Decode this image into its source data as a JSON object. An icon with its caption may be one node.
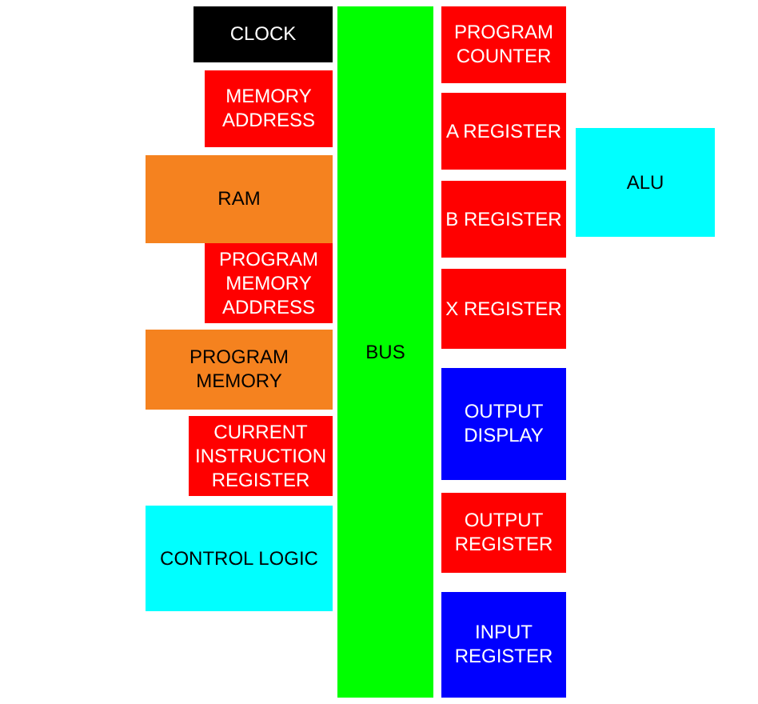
{
  "diagram": {
    "nodes": [
      {
        "text": [
          "CLOCK"
        ]
      },
      {
        "text": [
          "MEMORY ADDRESS"
        ]
      },
      {
        "text": [
          "RAM"
        ]
      },
      {
        "text": [
          "PROGRAM MEMORY ADDRESS"
        ]
      },
      {
        "text": [
          "PROGRAM MEMORY"
        ]
      },
      {
        "text": [
          "CURRENT INSTRUCTION REGISTER"
        ]
      },
      {
        "text": [
          "CONTROL LOGIC"
        ]
      },
      {
        "text": [
          "BUS"
        ]
      },
      {
        "text": [
          "PROGRAM COUNTER"
        ]
      },
      {
        "text": [
          "A REGISTER"
        ]
      },
      {
        "text": [
          "B REGISTER"
        ]
      },
      {
        "text": [
          "X REGISTER"
        ]
      },
      {
        "text": [
          "OUTPUT DISPLAY"
        ]
      },
      {
        "text": [
          "OUTPUT REGISTER"
        ]
      },
      {
        "text": [
          "INPUT REGISTER"
        ]
      },
      {
        "text": [
          "ALU"
        ]
      }
    ]
  }
}
